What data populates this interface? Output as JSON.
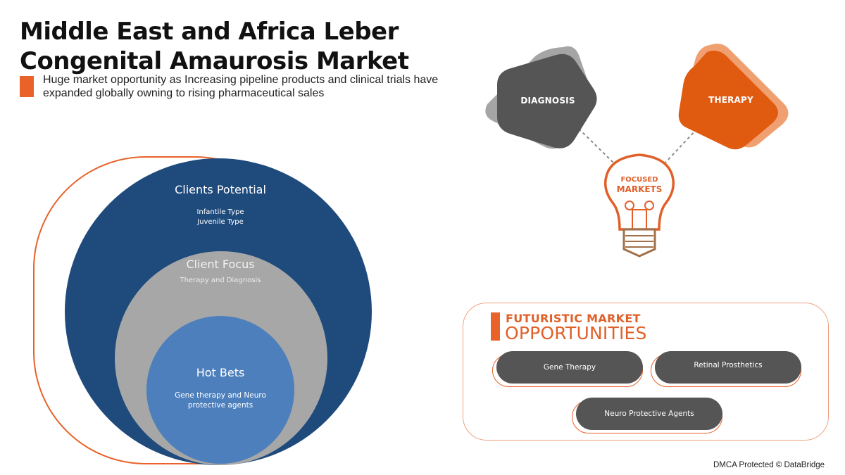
{
  "header": {
    "title": "Middle East and Africa Leber Congenital Amaurosis Market",
    "subtitle": "Huge market opportunity as Increasing pipeline products and clinical trials have expanded globally owning to rising pharmaceutical sales"
  },
  "concentric": {
    "outer": {
      "title": "Clients Potential",
      "items": [
        "Infantile Type",
        "Juvenile Type"
      ],
      "color": "#1e4a7c"
    },
    "middle": {
      "title": "Client Focus",
      "items": [
        "Therapy and Diagnosis"
      ],
      "color": "#a7a7a7"
    },
    "inner": {
      "title": "Hot Bets",
      "items": [
        "Gene therapy and Neuro",
        "protective  agents"
      ],
      "color": "#4d7fbc"
    }
  },
  "focused": {
    "left_card": {
      "label": "DIAGNOSIS",
      "color": "#555555"
    },
    "right_card": {
      "label": "THERAPY",
      "color": "#e05a10"
    },
    "bulb": {
      "line1": "FOCUSED",
      "line2": "MARKETS",
      "icon": "lightbulb-icon",
      "color": "#e0602a"
    }
  },
  "opportunities": {
    "title_line1": "FUTURISTIC MARKET",
    "title_line2": "OPPORTUNITIES",
    "items": [
      "Gene Therapy",
      "Retinal Prosthetics",
      "Neuro Protective Agents"
    ]
  },
  "footer": {
    "text": "DMCA Protected © DataBridge"
  },
  "colors": {
    "accent": "#e8622a",
    "navy": "#1e4a7c",
    "gray": "#555555"
  }
}
